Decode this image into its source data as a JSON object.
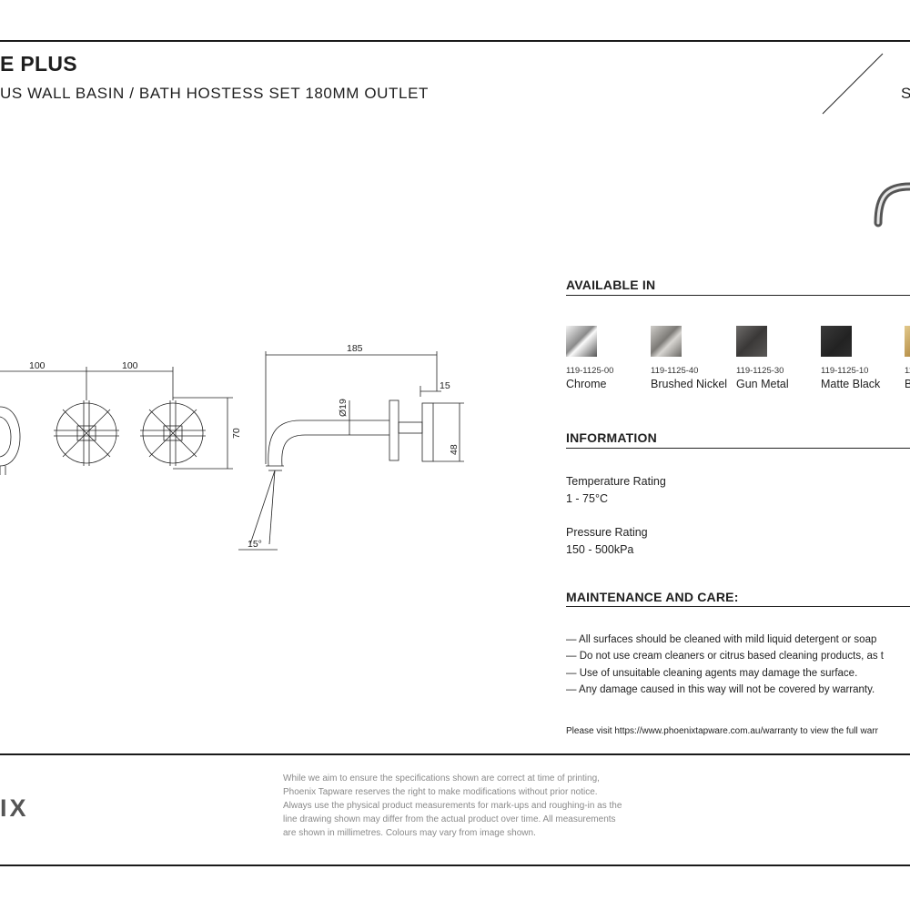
{
  "header": {
    "title": "E PLUS",
    "subtitle": "US WALL BASIN / BATH HOSTESS SET 180MM OUTLET",
    "corner_letter": "S"
  },
  "drawing": {
    "dim_left_1": "100",
    "dim_left_2": "100",
    "dim_height_70": "70",
    "dim_length_185": "185",
    "dim_15": "15",
    "dim_diameter": "Ø19",
    "dim_48": "48",
    "dim_angle": "15°"
  },
  "available": {
    "heading": "AVAILABLE IN",
    "finishes": [
      {
        "code": "119-1125-00",
        "name": "Chrome",
        "color": "#d9d9d9"
      },
      {
        "code": "119-1125-40",
        "name": "Brushed Nickel",
        "color": "#9a9894"
      },
      {
        "code": "119-1125-30",
        "name": "Gun Metal",
        "color": "#4a4847"
      },
      {
        "code": "119-1125-10",
        "name": "Matte Black",
        "color": "#2b2b2b"
      },
      {
        "code": "11",
        "name": "B",
        "color": "#c9a45c"
      }
    ]
  },
  "information": {
    "heading": "INFORMATION",
    "temp_label": "Temperature Rating",
    "temp_value": "1 - 75°C",
    "pressure_label": "Pressure Rating",
    "pressure_value": "150 - 500kPa"
  },
  "maintenance": {
    "heading": "MAINTENANCE AND CARE:",
    "items": [
      "— All surfaces should be cleaned with mild liquid detergent or soap",
      "— Do not use cream cleaners or citrus based cleaning products, as t",
      "— Use of unsuitable cleaning agents may damage the surface.",
      "— Any damage caused in this way will not be covered by warranty."
    ],
    "warranty_note": "Please visit https://www.phoenixtapware.com.au/warranty to view the full warr"
  },
  "footer": {
    "logo": "IX",
    "disclaimer": [
      "While we aim to ensure the specifications shown are correct at time of printing,",
      "Phoenix Tapware reserves the right to make modifications without prior notice.",
      "Always use the physical product measurements for mark-ups and roughing-in as the",
      "line drawing shown may differ from the actual product over time. All measurements",
      "are shown in millimetres. Colours may vary from image shown."
    ]
  }
}
